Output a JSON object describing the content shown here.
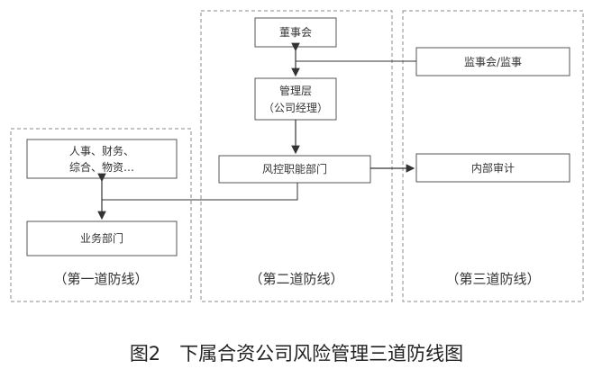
{
  "zones": {
    "first": "（第一道防线）",
    "second": "（第二道防线）",
    "third": "（第三道防线）"
  },
  "nodes": {
    "board": "董事会",
    "management_line1": "管理层",
    "management_line2": "（公司经理）",
    "risk_control": "风控职能部门",
    "supervisors": "监事会/监事",
    "internal_audit": "内部审计",
    "hr_finance_line1": "人事、财务、",
    "hr_finance_line2": "综合、物资…",
    "business_dept": "业务部门"
  },
  "caption": "图2　下属合资公司风险管理三道防线图",
  "colors": {
    "box_stroke": "#555555",
    "zone_stroke": "#888888",
    "arrow": "#333333"
  }
}
